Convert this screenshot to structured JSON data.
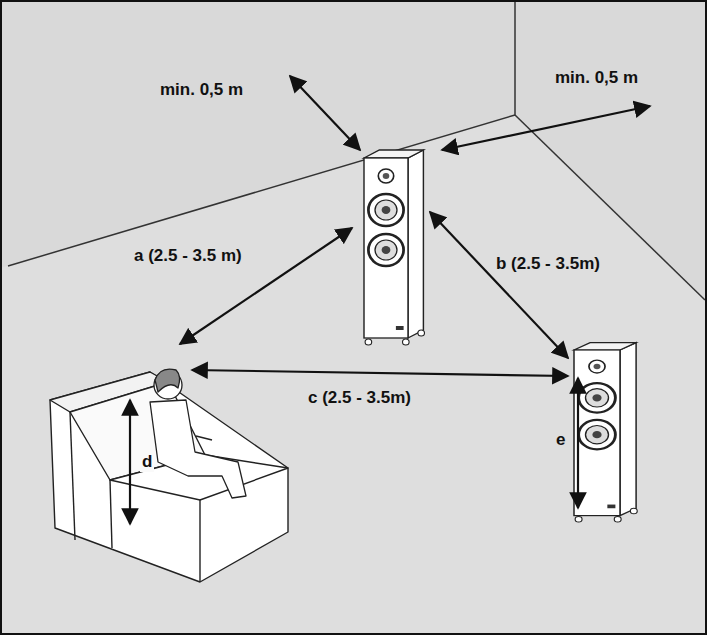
{
  "diagram": {
    "labels": [
      "min. 0,5 m",
      "min. 0,5 m",
      "a (2.5 - 3.5 m)",
      "b (2.5 - 3.5m)",
      "c (2.5 - 3.5m)",
      "d",
      "e"
    ]
  }
}
